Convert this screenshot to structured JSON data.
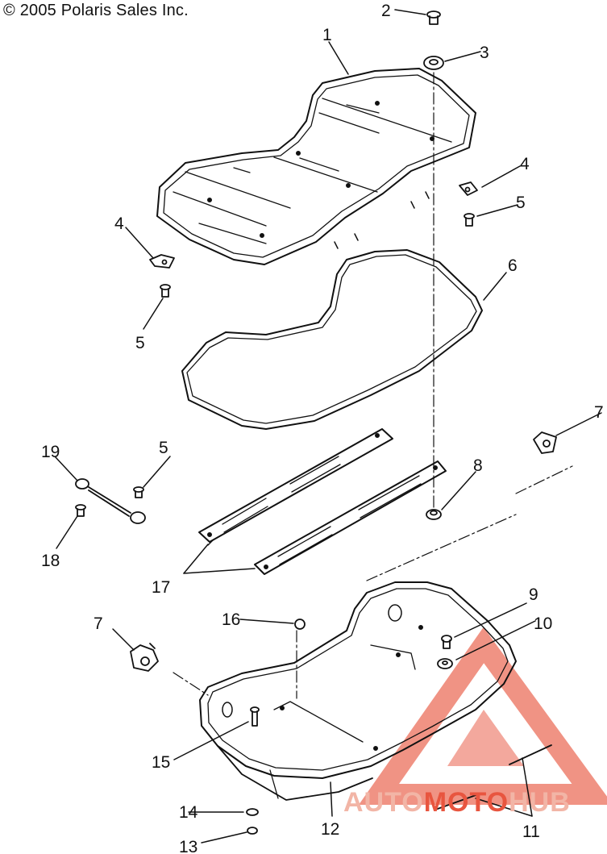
{
  "copyright": "© 2005 Polaris Sales Inc.",
  "callouts": {
    "c1": "1",
    "c2": "2",
    "c3": "3",
    "c4a": "4",
    "c4b": "4",
    "c5a": "5",
    "c5b": "5",
    "c5c": "5",
    "c6": "6",
    "c7a": "7",
    "c7b": "7",
    "c8": "8",
    "c9": "9",
    "c10": "10",
    "c11": "11",
    "c12": "12",
    "c13": "13",
    "c14": "14",
    "c15": "15",
    "c16": "16",
    "c17": "17",
    "c18": "18",
    "c19": "19"
  },
  "watermark": {
    "part1": "AUTO",
    "part2": "MOTO",
    "part3": "HUB",
    "color_light": "#f2b5a6",
    "color_main": "#e8553f"
  }
}
